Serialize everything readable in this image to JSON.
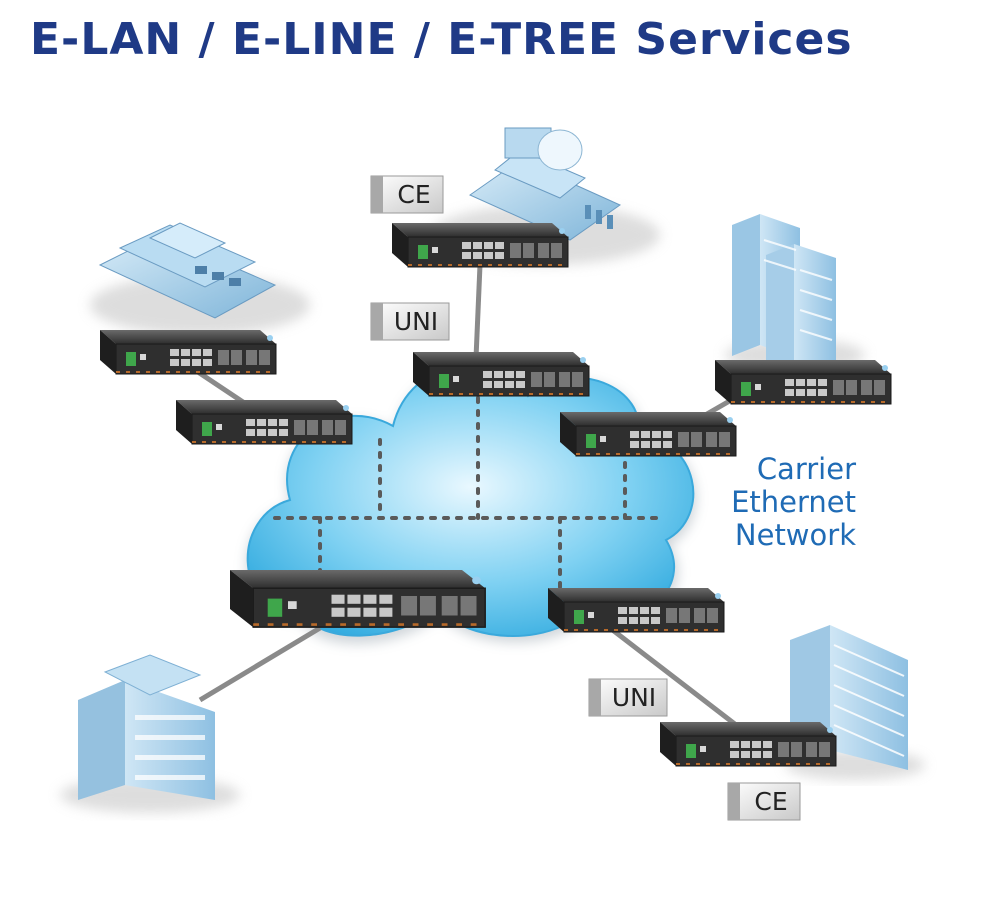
{
  "title": "E-LAN  /  E-LINE  /  E-TREE  Services",
  "network_label": [
    "Carrier",
    "Ethernet",
    "Network"
  ],
  "tags": {
    "ce_top": "CE",
    "uni_top": "UNI",
    "uni_bottom": "UNI",
    "ce_bottom": "CE"
  },
  "colors": {
    "title": "#1f3a86",
    "network_label": "#1f6bb5",
    "cloud_fill": "#58c3ee",
    "switch_body": "#3a3a3a",
    "building": "#a9d0ea"
  }
}
